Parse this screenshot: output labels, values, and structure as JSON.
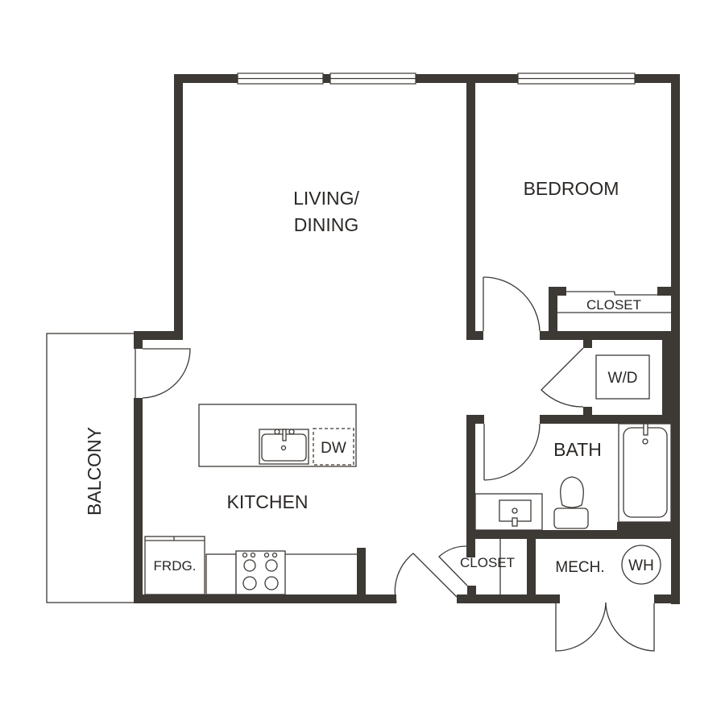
{
  "floor_plan": {
    "rooms": {
      "living_dining": {
        "line1": "LIVING/",
        "line2": "DINING"
      },
      "bedroom": "BEDROOM",
      "kitchen": "KITCHEN",
      "balcony": "BALCONY",
      "bath": "BATH",
      "bedroom_closet": "CLOSET",
      "hall_closet": "CLOSET",
      "mech": "MECH."
    },
    "fixtures": {
      "washer_dryer": "W/D",
      "dishwasher": "DW",
      "fridge": "FRDG.",
      "water_heater": "WH"
    },
    "colors": {
      "wall": "#3d3935",
      "background": "#ffffff",
      "text": "#2a2725"
    }
  }
}
